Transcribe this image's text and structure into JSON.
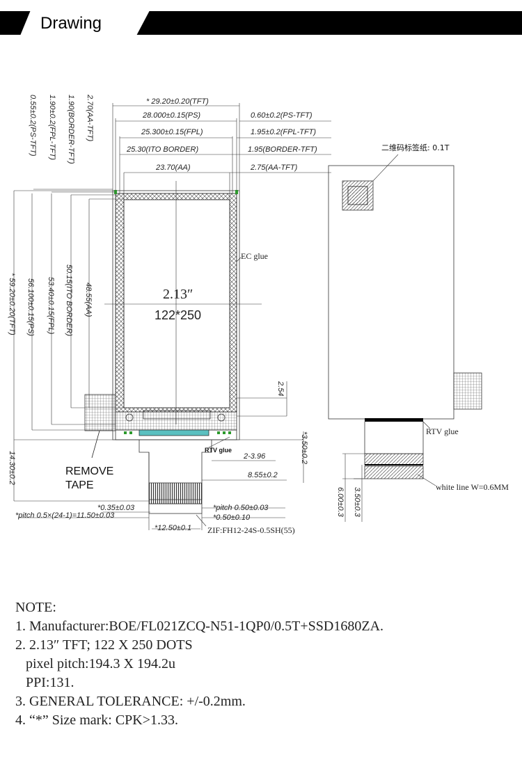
{
  "header": {
    "title": "Drawing"
  },
  "front_view": {
    "top_dims": {
      "tft_width": "29.20±0.20(TFT)",
      "ps_width": "28.000±0.15(PS)",
      "ps_tft": "0.60±0.2(PS-TFT)",
      "fpl_width": "25.300±0.15(FPL)",
      "fpl_tft": "1.95±0.2(FPL-TFT)",
      "ito_width": "25.30(ITO BORDER)",
      "border_tft": "1.95(BORDER-TFT)",
      "aa_width": "23.70(AA)",
      "aa_tft": "2.75(AA-TFT)"
    },
    "left_dims": {
      "ps_tft": "0.55±0.2(PS-TFT)",
      "fpl_tft": "1.90±0.2(FPL-TFT)",
      "border_tft": "1.90(BORDER-TFT)",
      "aa_tft": "2.70(AA-TFT)",
      "tft_height": "59.20±0.20(TFT)",
      "ps_height": "56.100±0.15(PS)",
      "fpl_height": "53.40±0.15(FPL)",
      "ito_height": "50.15(ITO BORDER)",
      "aa_height": "48.55(AA)",
      "fpc_height": "14.30±0.2"
    },
    "center": {
      "size": "2.13″",
      "resolution": "122*250"
    },
    "labels": {
      "ec_glue": "EC glue",
      "remove_tape": [
        "REMOVE",
        "TAPE"
      ],
      "rtv_glue": "RTV glue",
      "zif": "ZIF:FH12-24S-0.5SH(55)"
    },
    "right_dims": {
      "d254": "2.54",
      "d396": "2-3.96",
      "d855": "8.55±0.2",
      "d350": "3.50±0.2"
    },
    "bottom_dims": {
      "d035": "0.35±0.03",
      "pitch_total": "pitch 0.5×(24-1)=11.50±0.03",
      "pitch": "pitch 0.50±0.03",
      "d050": "0.50±0.10",
      "d1250": "12.50±0.1"
    },
    "size_mark": "*"
  },
  "side_view": {
    "qr_label": "二维码标签纸: 0.1T",
    "rtv_glue": "RTV glue",
    "white_line": "white line W=0.6MM",
    "d350": "3.50±0.3",
    "d600": "6.00±0.3"
  },
  "notes": {
    "title": "NOTE:",
    "lines": [
      "1. Manufacturer:BOE/FL021ZCQ-N51-1QP0/0.5T+SSD1680ZA.",
      "2. 2.13″ TFT; 122 X 250 DOTS",
      "   pixel pitch:194.3 X 194.2u",
      "   PPI:131.",
      "3. GENERAL TOLERANCE: +/-0.2mm.",
      "4. “*” Size mark: CPK>1.33."
    ]
  }
}
